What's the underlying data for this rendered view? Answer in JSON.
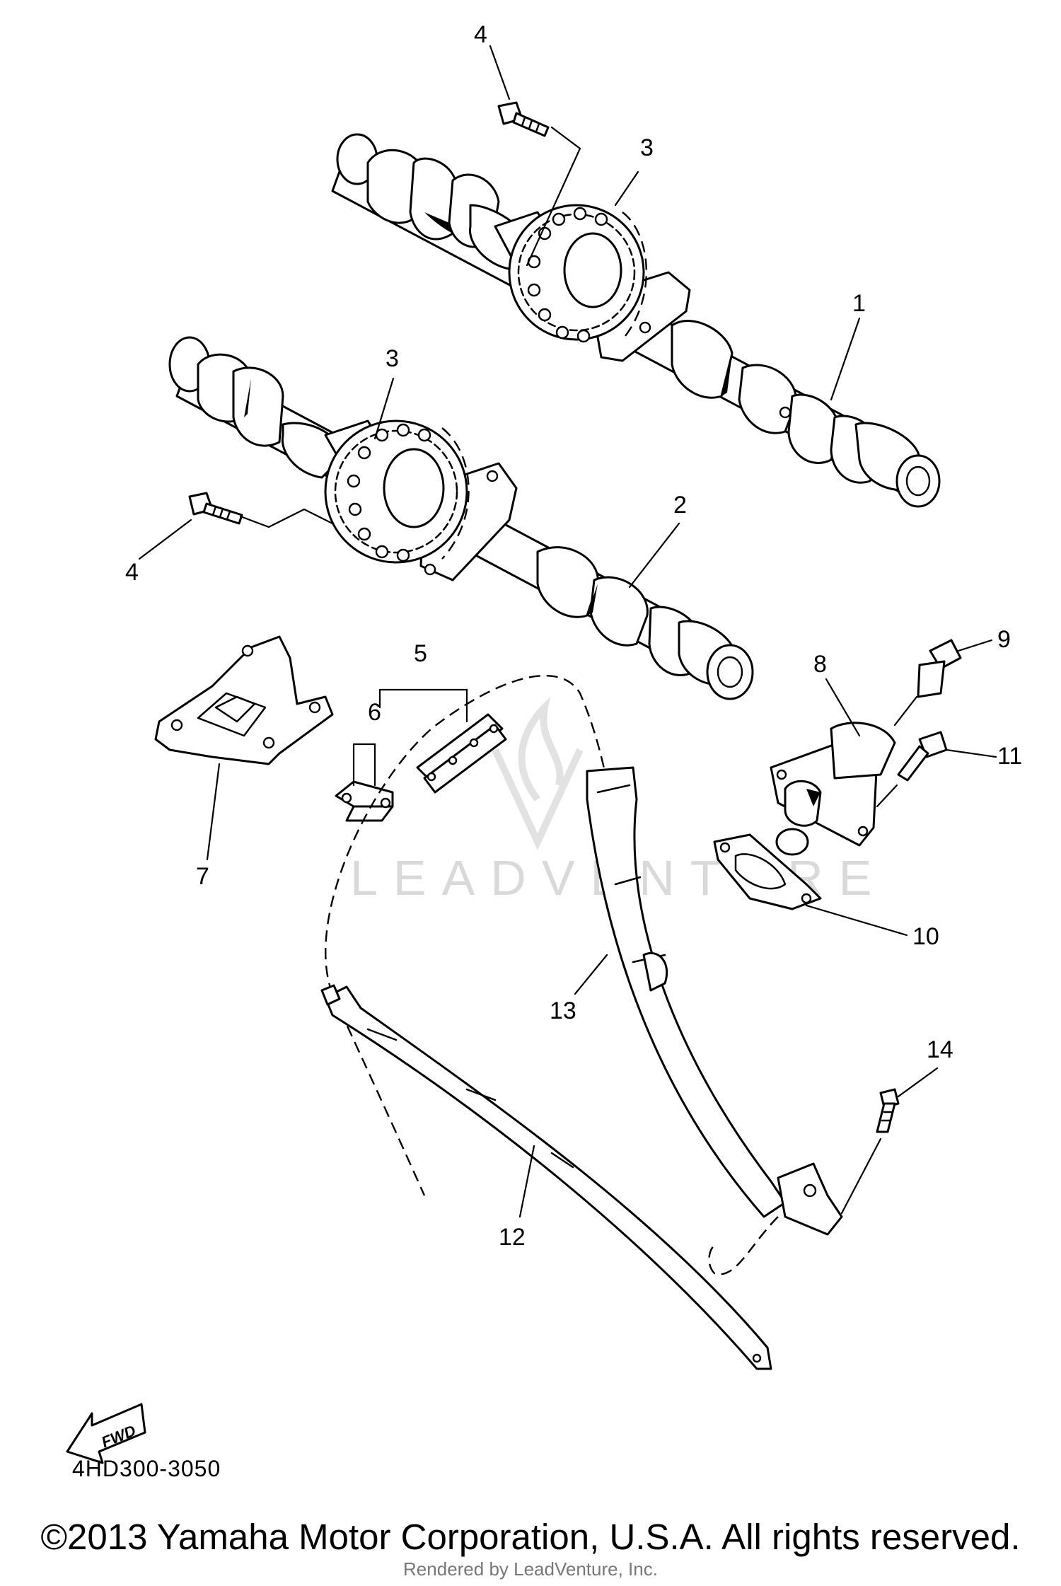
{
  "diagram": {
    "callouts": {
      "c1": "1",
      "c2": "2",
      "c3a": "3",
      "c3b": "3",
      "c4a": "4",
      "c4b": "4",
      "c5": "5",
      "c6": "6",
      "c7": "7",
      "c8": "8",
      "c9": "9",
      "c10": "10",
      "c11": "11",
      "c12": "12",
      "c13": "13",
      "c14": "14"
    },
    "fwd_label": "FWD",
    "diagram_code": "4HD300-3050",
    "watermark": "LEADVENTURE"
  },
  "footer": {
    "copyright": "©2013 Yamaha Motor Corporation, U.S.A. All rights reserved.",
    "rendered_by": "Rendered by LeadVenture, Inc."
  },
  "icons": {
    "fwd_arrow": "fwd-arrow-icon",
    "watermark_logo": "leadventure-flame-logo"
  }
}
